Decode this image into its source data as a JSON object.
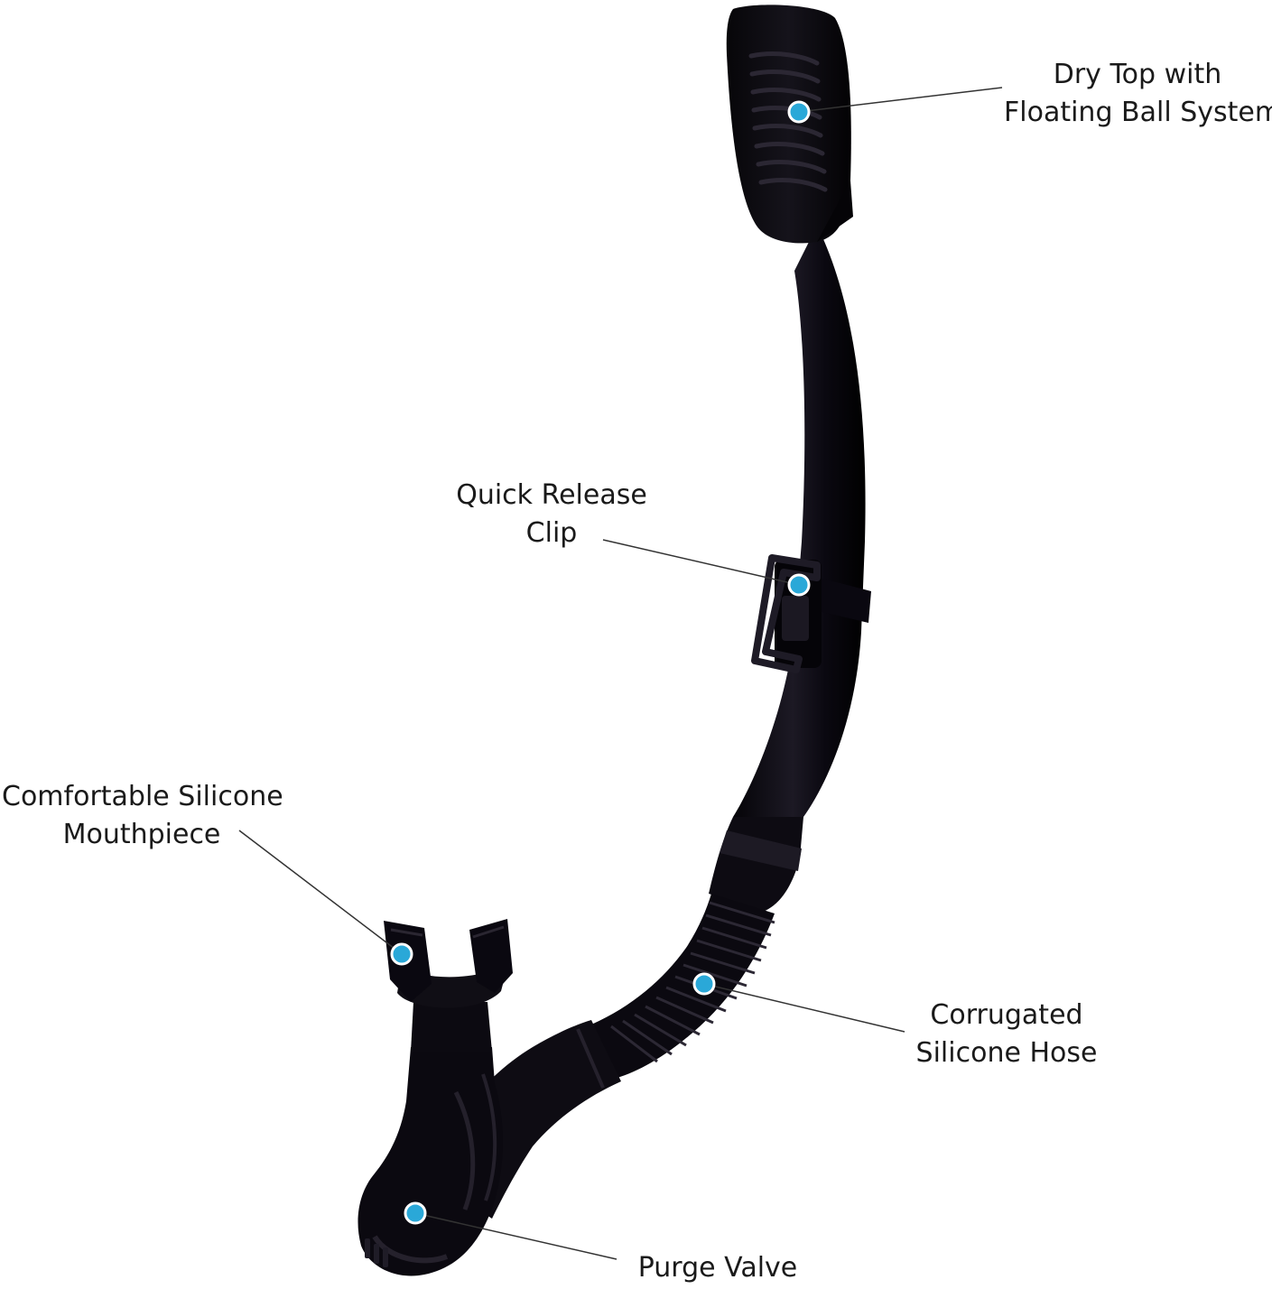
{
  "colors": {
    "background": "#ffffff",
    "snorkel": "#0c0a10",
    "snorkel_highlight": "#2a2632",
    "snorkel_shadow": "#000000",
    "dot": "#2aa8d8",
    "dot_border": "#ffffff",
    "leader_line": "#333333",
    "text": "#1a1a1a"
  },
  "callouts": {
    "dry_top": {
      "lines": [
        "Dry Top with",
        "Floating Ball System"
      ]
    },
    "quick_release": {
      "lines": [
        "Quick Release",
        "Clip"
      ]
    },
    "mouthpiece": {
      "lines": [
        "Comfortable Silicone",
        "Mouthpiece"
      ]
    },
    "hose": {
      "lines": [
        "Corrugated",
        "Silicone Hose"
      ]
    },
    "purge": {
      "lines": [
        "Purge Valve"
      ]
    }
  }
}
